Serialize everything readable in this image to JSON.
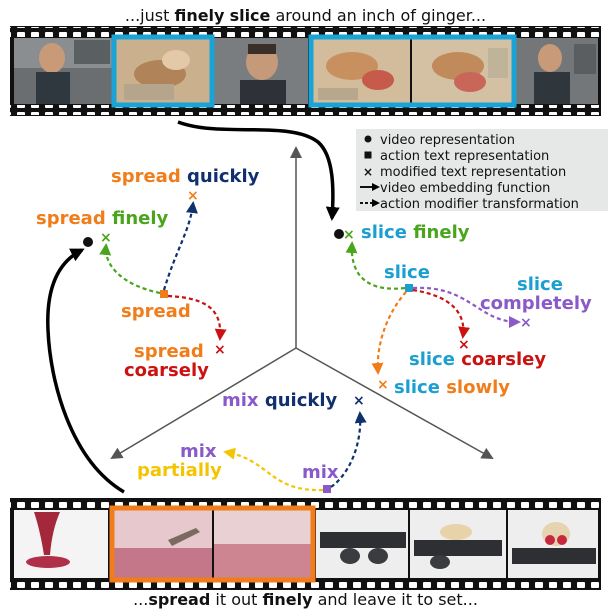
{
  "caption_top": {
    "pre": "...just ",
    "b1": "finely",
    "mid": " ",
    "b2": "slice",
    "post": " around an inch of ginger..."
  },
  "caption_bottom": {
    "pre": "...",
    "b1": "spread",
    "mid1": " it out ",
    "b2": "finely",
    "post": " and leave it to set..."
  },
  "legend": {
    "items": [
      {
        "icon": "dot-icon",
        "text": "video representation"
      },
      {
        "icon": "square-icon",
        "text": "action text representation"
      },
      {
        "icon": "cross-icon",
        "text": "modified text representation"
      },
      {
        "icon": "solid-arrow-icon",
        "text": "video embedding function"
      },
      {
        "icon": "dashed-arrow-icon",
        "text": "action modifier transformation"
      }
    ]
  },
  "labels": {
    "spread_quickly_a": "spread",
    "spread_quickly_b": "quickly",
    "spread_finely_a": "spread",
    "spread_finely_b": "finely",
    "spread": "spread",
    "spread_coarsely_a": "spread",
    "spread_coarsely_b": "coarsely",
    "slice_finely_a": "slice",
    "slice_finely_b": "finely",
    "slice": "slice",
    "slice_completely_a": "slice",
    "slice_completely_b": "completely",
    "slice_coarsley_a": "slice",
    "slice_coarsley_b": "coarsley",
    "slice_slowly_a": "slice",
    "slice_slowly_b": "slowly",
    "mix_quickly_a": "mix",
    "mix_quickly_b": "quickly",
    "mix_partially_a": "mix",
    "mix_partially_b": "partially",
    "mix": "mix"
  },
  "colors": {
    "spread": "#f07d1a",
    "slice": "#1a9fd0",
    "mix": "#8a5ac8",
    "quickly": "#10306e",
    "finely": "#4aa51c",
    "coarsely": "#cc1111",
    "completely": "#8a5ac8",
    "slowly": "#f07d1a",
    "partially": "#f5c400",
    "highlight_top": "#1aa3d6",
    "highlight_bottom": "#f07d1a",
    "axis": "#555555",
    "legend_bg": "#e6e8e8"
  }
}
